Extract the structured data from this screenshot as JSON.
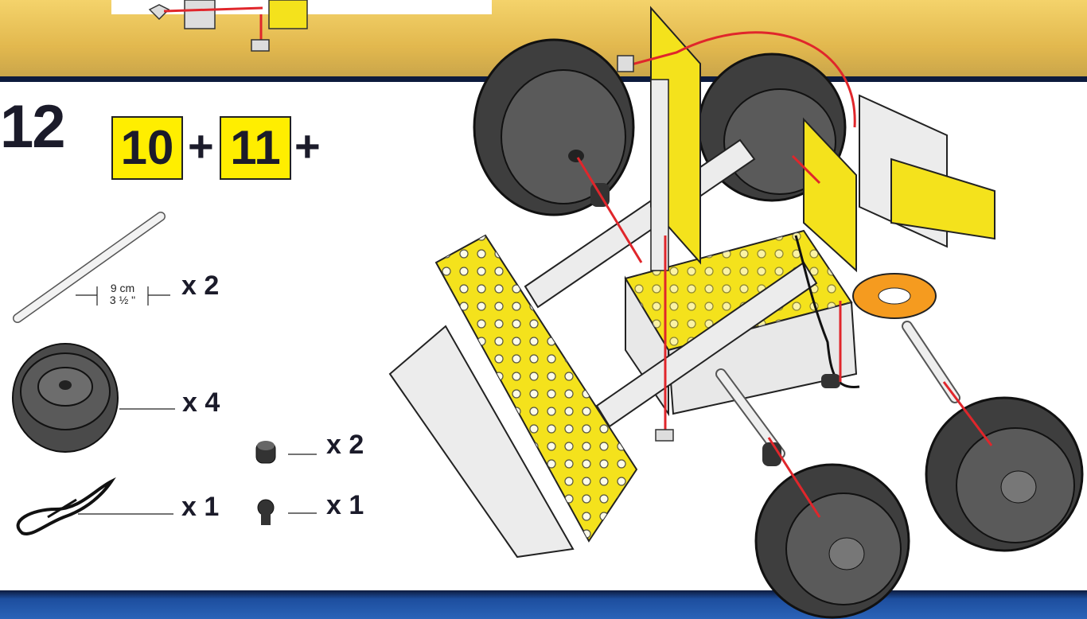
{
  "step": {
    "number": "12",
    "previous_refs": [
      "10",
      "11"
    ],
    "plus": "+"
  },
  "parts": {
    "rod": {
      "icon": "axle-rod-icon",
      "length_metric": "9 cm",
      "length_imperial": "3 ½ \"",
      "quantity": "x 2"
    },
    "wheel": {
      "icon": "wheel-icon",
      "quantity": "x 4"
    },
    "spacer": {
      "icon": "collar-spacer-icon",
      "quantity": "x 2"
    },
    "string": {
      "icon": "string-cord-icon",
      "quantity": "x 1"
    },
    "clip": {
      "icon": "cord-clip-icon",
      "quantity": "x 1"
    }
  },
  "colors": {
    "ref_box": "#ffee00",
    "plate_yellow": "#f4e21c",
    "guide_line": "#e0262b",
    "band_top": "#e2b84e",
    "band_bottom": "#2a63b8",
    "separator": "#0d1b3d"
  }
}
